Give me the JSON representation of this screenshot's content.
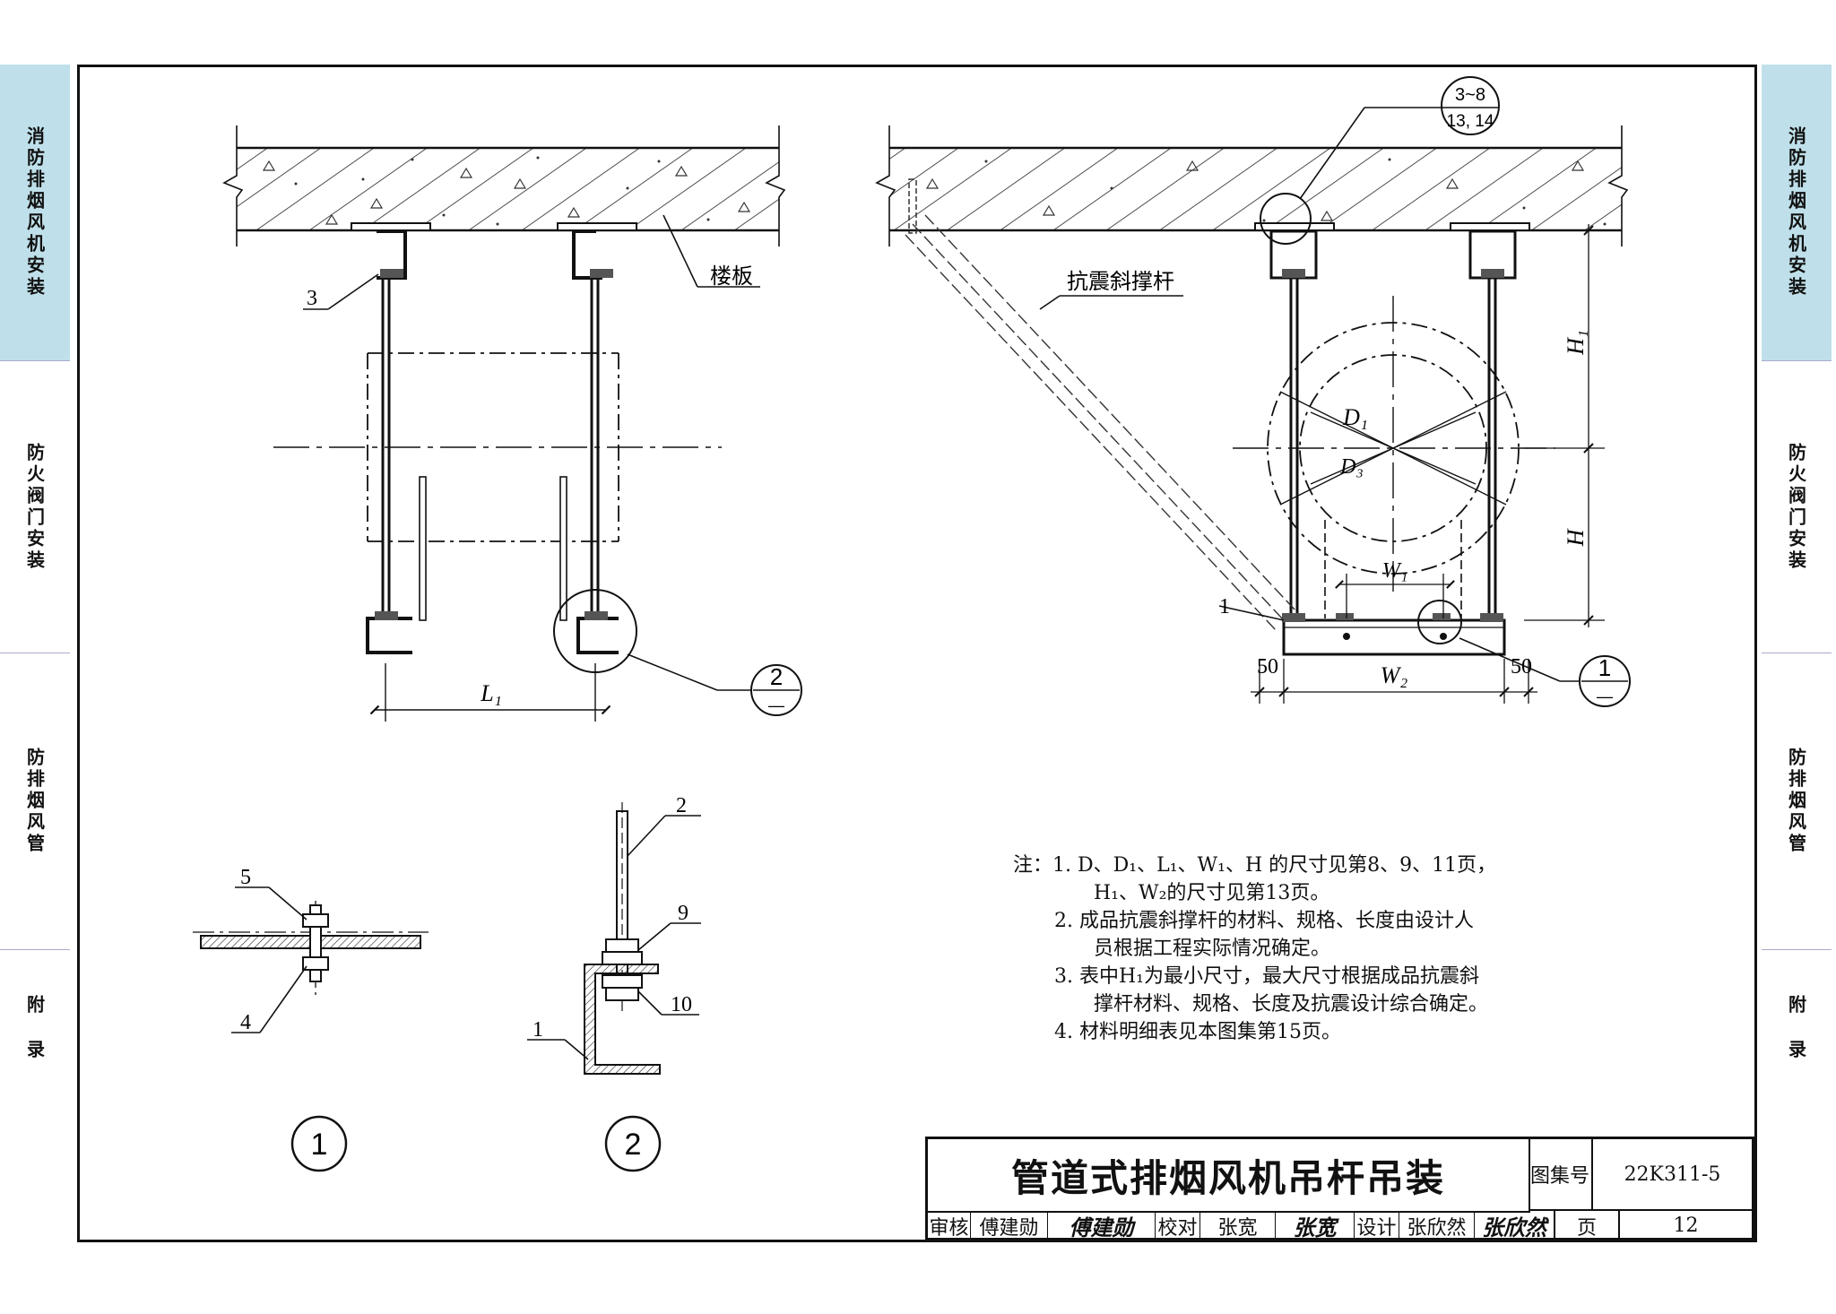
{
  "sidebar_left": [
    {
      "label": "消防排烟风机安装",
      "active": true
    },
    {
      "label": "防火阀门安装",
      "active": false
    },
    {
      "label": "防排烟风管",
      "active": false
    },
    {
      "label": "附录",
      "active": false
    }
  ],
  "sidebar_right": [
    {
      "label": "消防排烟风机安装",
      "active": true
    },
    {
      "label": "防火阀门安装",
      "active": false
    },
    {
      "label": "防排烟风管",
      "active": false
    },
    {
      "label": "附录",
      "active": false
    }
  ],
  "drawing": {
    "labels": {
      "slab": "楼板",
      "brace": "抗震斜撑杆",
      "ref_top": "3~8",
      "ref_bottom": "13, 14",
      "detail_1": "1",
      "detail_2": "2",
      "dash": "—",
      "L1": "L₁",
      "H1": "H₁",
      "H": "H",
      "D1": "D₁",
      "D3": "D₃",
      "W1": "W₁",
      "W2": "W₂",
      "dim_50_left": "50",
      "dim_50_right": "50",
      "part_1": "1",
      "part_2": "2",
      "part_3": "3",
      "part_4": "4",
      "part_5": "5",
      "part_9": "9",
      "part_10": "10"
    }
  },
  "notes": {
    "lines": [
      "注：1.  D、D₁、L₁、W₁、H 的尺寸见第8、9、11页，",
      "H₁、W₂的尺寸见第13页。",
      "2.  成品抗震斜撑杆的材料、规格、长度由设计人",
      "员根据工程实际情况确定。",
      "3.  表中H₁为最小尺寸，最大尺寸根据成品抗震斜",
      "撑杆材料、规格、长度及抗震设计综合确定。",
      "4.  材料明细表见本图集第15页。"
    ]
  },
  "title_block": {
    "title": "管道式排烟风机吊杆吊装",
    "atlas_label": "图集号",
    "atlas_no": "22K311-5",
    "review_label": "审核",
    "reviewer": "傅建勋",
    "reviewer_sig": "傅建勋",
    "check_label": "校对",
    "checker": "张宽",
    "checker_sig": "张宽",
    "design_label": "设计",
    "designer": "张欣然",
    "designer_sig": "张欣然",
    "page_label": "页",
    "page_no": "12"
  }
}
